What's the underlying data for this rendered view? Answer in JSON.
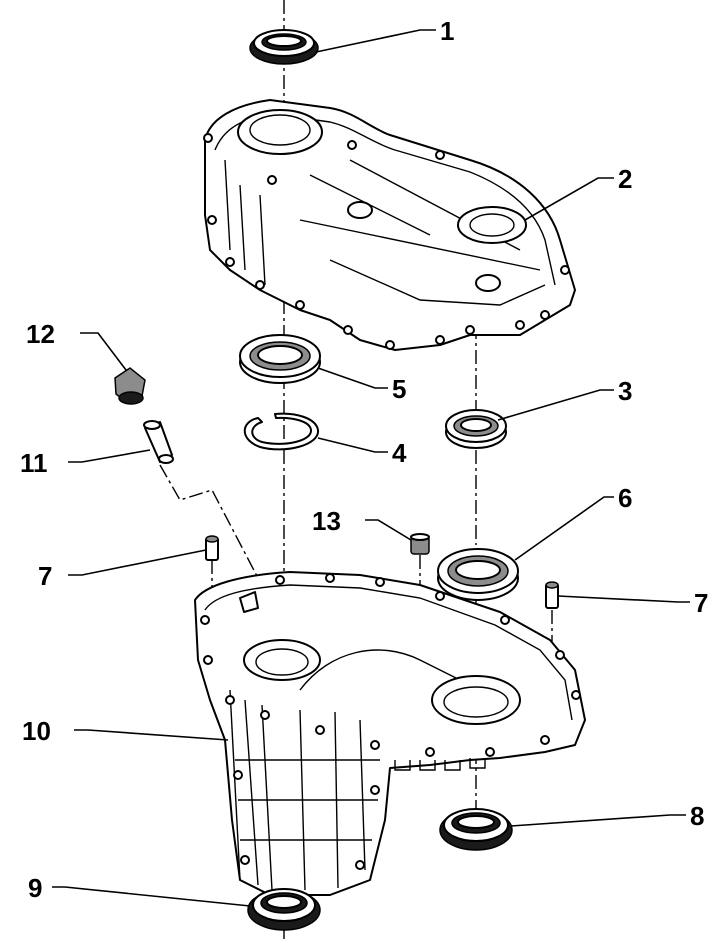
{
  "callouts": [
    {
      "id": "1",
      "label": "1"
    },
    {
      "id": "2",
      "label": "2"
    },
    {
      "id": "3",
      "label": "3"
    },
    {
      "id": "4",
      "label": "4"
    },
    {
      "id": "5",
      "label": "5"
    },
    {
      "id": "6",
      "label": "6"
    },
    {
      "id": "7a",
      "label": "7"
    },
    {
      "id": "7b",
      "label": "7"
    },
    {
      "id": "8",
      "label": "8"
    },
    {
      "id": "9",
      "label": "9"
    },
    {
      "id": "10",
      "label": "10"
    },
    {
      "id": "11",
      "label": "11"
    },
    {
      "id": "12",
      "label": "12"
    },
    {
      "id": "13",
      "label": "13"
    }
  ],
  "colors": {
    "ink": "#000000",
    "background": "#ffffff",
    "shade": "#8c8c8c"
  }
}
